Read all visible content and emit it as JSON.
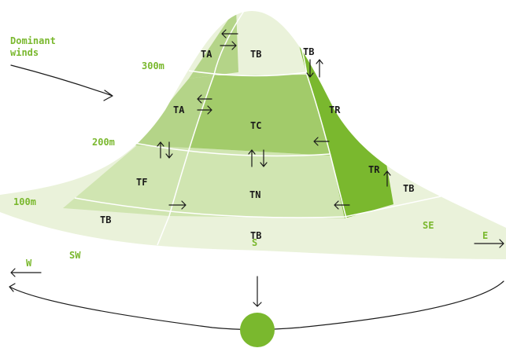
{
  "wind": {
    "label_line1": "Dominant",
    "label_line2": "winds"
  },
  "altitudes": [
    "300m",
    "200m",
    "100m"
  ],
  "zones": {
    "ta_top": "TA",
    "tb_top": "TB",
    "tb_top_right": "TB",
    "ta_mid": "TA",
    "tc": "TC",
    "tr_mid": "TR",
    "tf": "TF",
    "tn": "TN",
    "tr_low": "TR",
    "tb_low_right": "TB",
    "tb_base_left": "TB",
    "tb_base_center": "TB"
  },
  "directions": {
    "sw": "SW",
    "se": "SE",
    "w": "W",
    "e": "E",
    "s": "S"
  },
  "colors": {
    "pale": "#eaf2da",
    "light": "#d0e5b1",
    "medium": "#b4d488",
    "main": "#a2cb6a",
    "dark": "#7ab82e",
    "sun": "#7ab82e",
    "text": "#1a1a1a"
  }
}
